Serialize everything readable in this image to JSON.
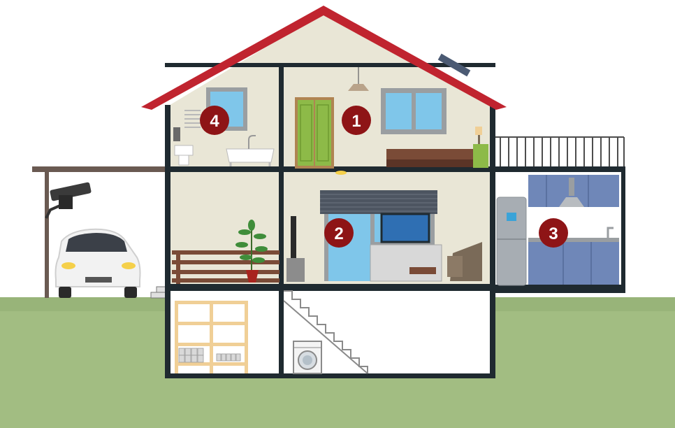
{
  "colors": {
    "roof": "#c0242f",
    "wall": "#e9e6d6",
    "frame": "#1f2a30",
    "grass": "#a2bd82",
    "window": "#7fc6ea",
    "window_frame": "#9a9ea1",
    "door_green": "#8dba48",
    "badge": "#8e1416",
    "cabinet": "#6f87b8",
    "shelf": "#f0cf96",
    "car": "#f2f2f2",
    "carport": "#6a5a52"
  },
  "rooms": [
    {
      "number": "1",
      "room": "bedroom"
    },
    {
      "number": "2",
      "room": "living-room"
    },
    {
      "number": "3",
      "room": "kitchen"
    },
    {
      "number": "4",
      "room": "bathroom"
    }
  ]
}
